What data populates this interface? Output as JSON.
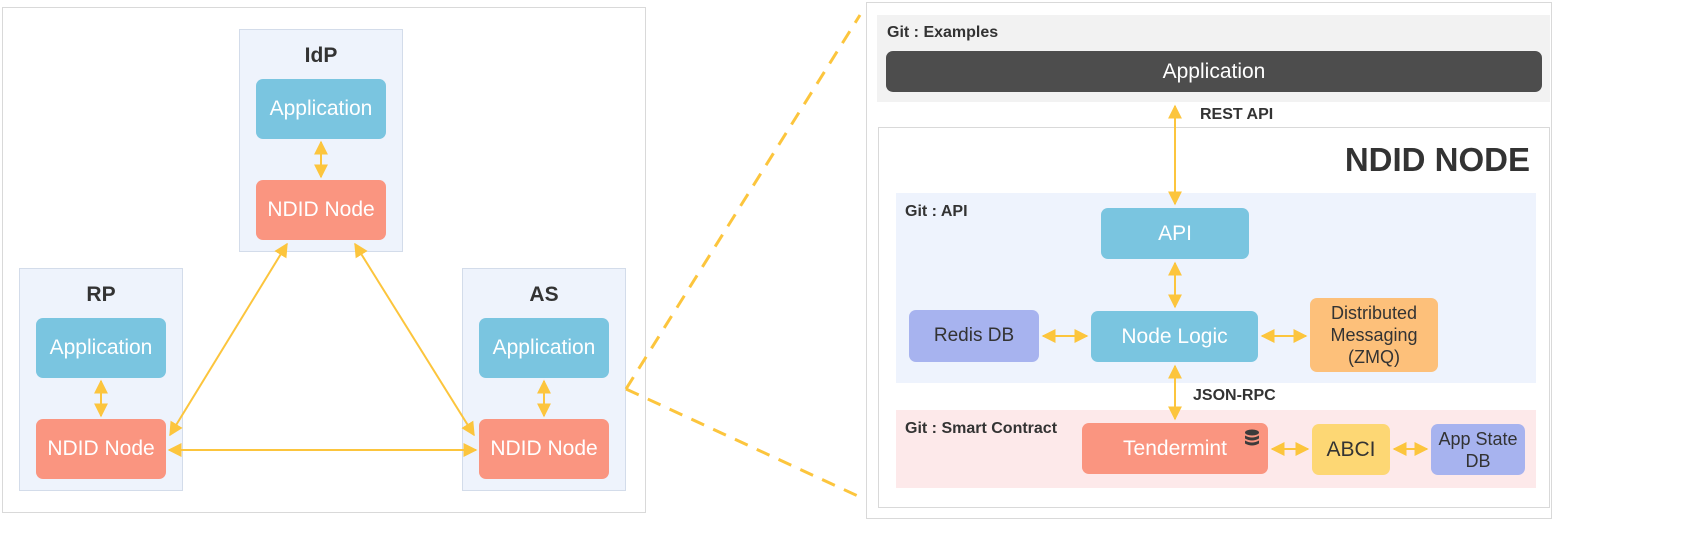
{
  "left": {
    "idp": {
      "title": "IdP",
      "app": "Application",
      "node": "NDID Node"
    },
    "rp": {
      "title": "RP",
      "app": "Application",
      "node": "NDID Node"
    },
    "as": {
      "title": "AS",
      "app": "Application",
      "node": "NDID Node"
    }
  },
  "right": {
    "examples_label": "Git : Examples",
    "application": "Application",
    "rest_api": "REST API",
    "ndid_node_title": "NDID NODE",
    "api_label": "Git : API",
    "api": "API",
    "redis": "Redis DB",
    "node_logic": "Node Logic",
    "messaging": [
      "Distributed",
      "Messaging",
      "(ZMQ)"
    ],
    "json_rpc": "JSON-RPC",
    "smart_contract_label": "Git : Smart Contract",
    "tendermint": "Tendermint",
    "abci": "ABCI",
    "app_state": [
      "App State",
      "DB"
    ]
  },
  "colors": {
    "arrow": "#fcc53d",
    "app_box": "#7ac5e0",
    "node_box": "#fa9580",
    "redis_box": "#a7b3ef",
    "messaging_box": "#fdc07a",
    "abci_box": "#fdd774",
    "application_bar": "#4d4d4d"
  }
}
